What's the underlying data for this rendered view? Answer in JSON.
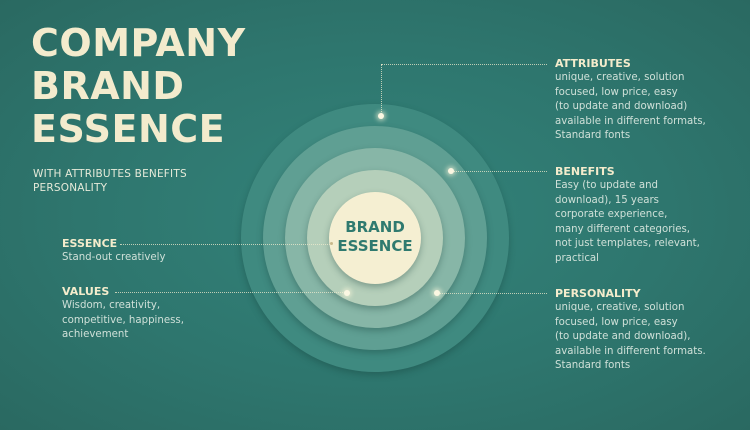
{
  "title": {
    "lines": [
      "COMPANY",
      "BRAND",
      "ESSENCE"
    ],
    "subtitle": "WITH ATTRIBUTES BENEFITS PERSONALITY"
  },
  "center": {
    "line1": "BRAND",
    "line2": "ESSENCE"
  },
  "labels": {
    "essence": {
      "heading": "ESSENCE",
      "body": "Stand-out creatively"
    },
    "values": {
      "heading": "VALUES",
      "body": "Wisdom, creativity,\ncompetitive,  happiness,\nachievement"
    },
    "attributes": {
      "heading": "ATTRIBUTES",
      "body": "unique, creative, solution\nfocused, low price, easy\n(to update and download)\navailable in different formats,\nStandard fonts"
    },
    "benefits": {
      "heading": "BENEFITS",
      "body": "Easy (to update and\ndownload), 15 years\ncorporate experience,\nmany different categories,\nnot just templates, relevant,\npractical"
    },
    "personality": {
      "heading": "PERSONALITY",
      "body": "unique, creative, solution\nfocused, low price, easy\n(to update and download),\navailable in different formats.\nStandard fonts"
    }
  },
  "colors": {
    "background": "#2e766e",
    "ring1": "#3f8a80",
    "ring2": "#5f9f93",
    "ring3": "#87b6a7",
    "ring4": "#b5cfba",
    "core": "#f5efd2",
    "title_text": "#f3ebcd",
    "core_text": "#2f7a6f"
  }
}
